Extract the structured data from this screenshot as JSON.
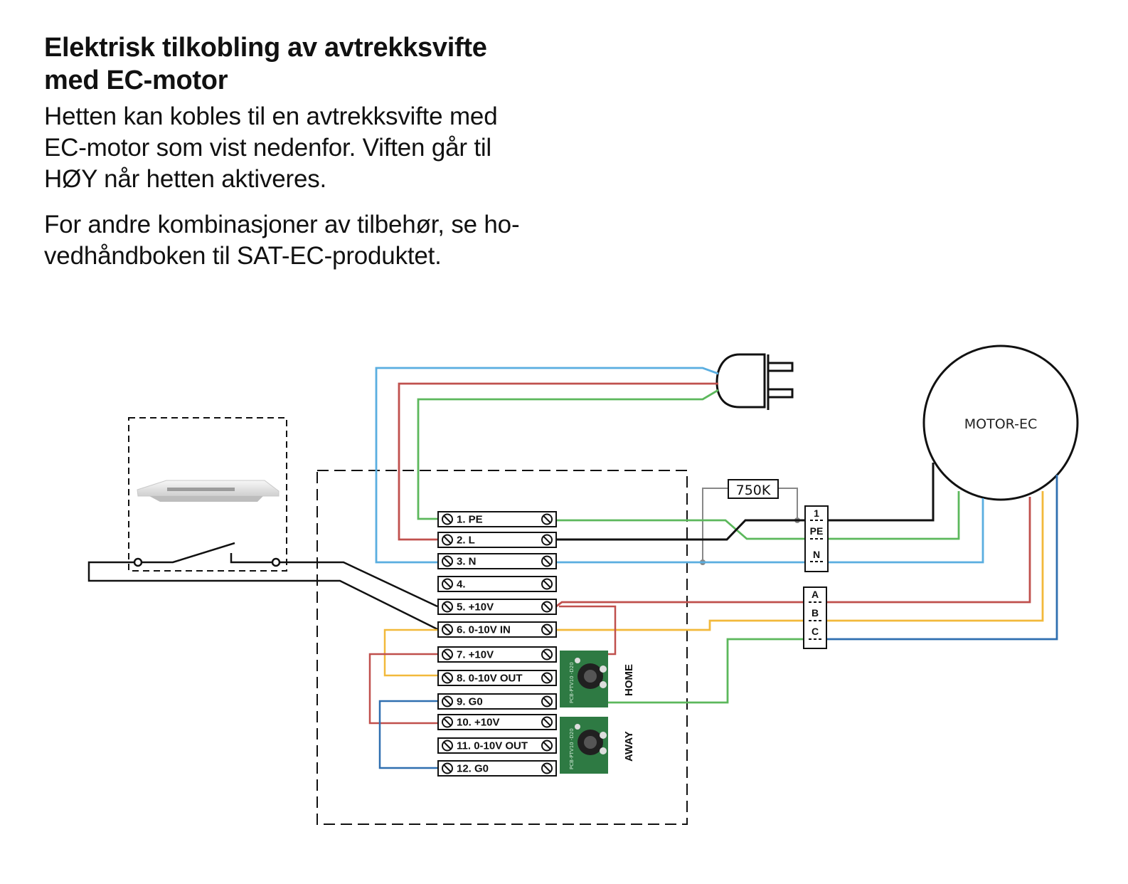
{
  "heading": {
    "lines": [
      "Elektrisk tilkobling av avtrekksvifte",
      "med EC-motor"
    ]
  },
  "paragraph1": {
    "lines": [
      "Hetten kan kobles til en avtrekksvifte med",
      "EC-motor som vist nedenfor. Viften går til",
      "HØY når hetten aktiveres."
    ]
  },
  "paragraph2": {
    "lines": [
      "For andre kombinasjoner av tilbehør, se ho-",
      "vedhåndboken til SAT-EC-produktet."
    ]
  },
  "diagram": {
    "motor_label": "MOTOR-EC",
    "resistor_label": "750K",
    "terminals": [
      "1. PE",
      "2. L",
      "3. N",
      "4.",
      "5. +10V",
      "6. 0-10V IN",
      "7. +10V",
      "8. 0-10V OUT",
      "9.  G0",
      "10. +10V",
      "11. 0-10V OUT",
      "12.  G0"
    ],
    "connector_power": [
      "1",
      "PE",
      "N"
    ],
    "connector_signal": [
      "A",
      "B",
      "C"
    ],
    "pot_labels": {
      "home": "HOME",
      "away": "AWAY"
    },
    "pcb_marking": "PCB-PTV10 -D20",
    "wire_colors": {
      "blue": "#5aaee0",
      "red": "#c0504d",
      "green": "#5cb85c",
      "yellow": "#f2b93b",
      "dark_blue": "#2f6fb0",
      "black": "#111111",
      "grey": "#888888"
    }
  }
}
